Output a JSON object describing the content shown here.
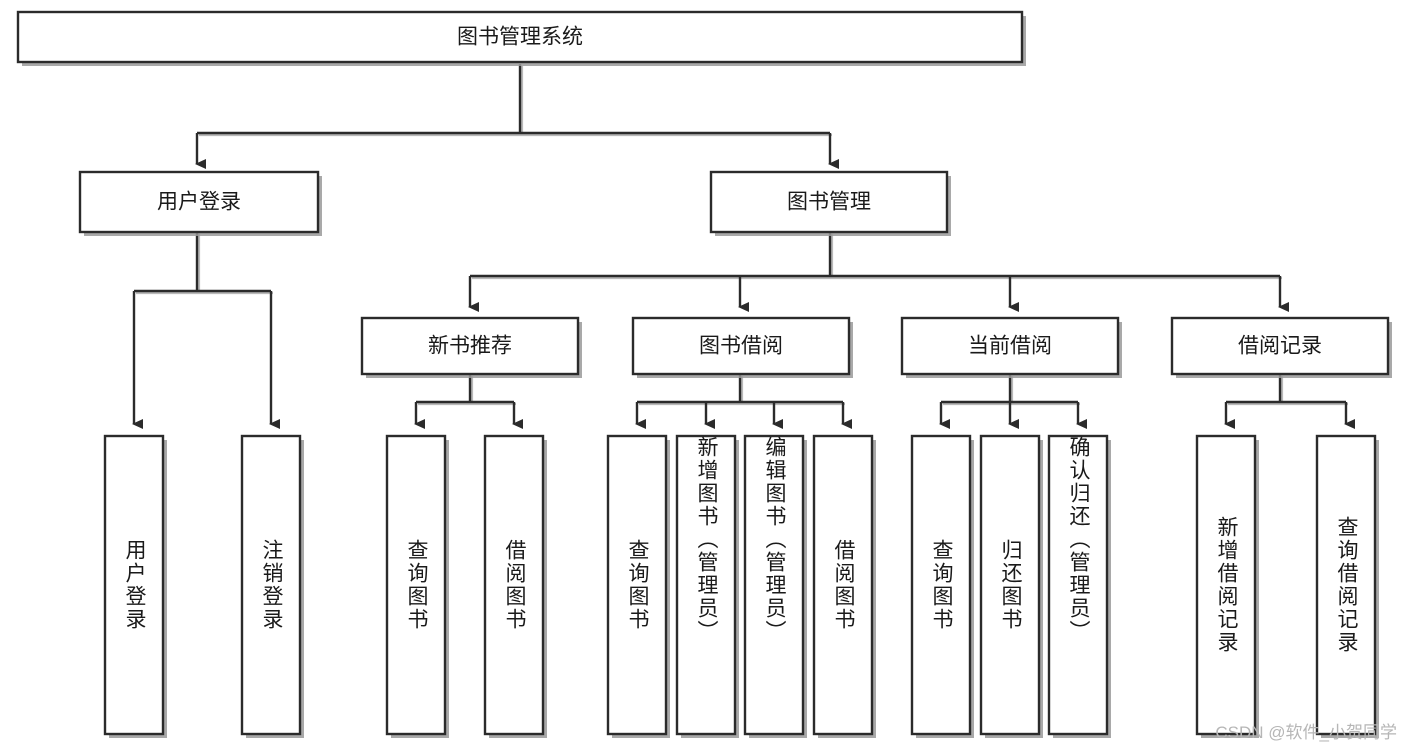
{
  "diagram": {
    "title": "图书管理系统",
    "type": "tree",
    "watermark": "CSDN @软件_小贺同学",
    "colors": {
      "box_fill": "#ffffff",
      "box_stroke": "#2b2b2b",
      "text": "#1a1a1a",
      "shadow": "#9a9a9a",
      "watermark": "#b6b6b6"
    },
    "levels": {
      "root": {
        "label": "图书管理系统"
      },
      "level2": [
        {
          "label": "用户登录"
        },
        {
          "label": "图书管理"
        }
      ],
      "level3": [
        {
          "label": "新书推荐"
        },
        {
          "label": "图书借阅"
        },
        {
          "label": "当前借阅"
        },
        {
          "label": "借阅记录"
        }
      ]
    },
    "leaves": {
      "user_login": [
        {
          "label": "用户登录"
        },
        {
          "label": "注销登录"
        }
      ],
      "new_book_recommend": [
        {
          "label": "查询图书"
        },
        {
          "label": "借阅图书"
        }
      ],
      "book_borrow": [
        {
          "label": "查询图书"
        },
        {
          "label": "新增图书（管理员）"
        },
        {
          "label": "编辑图书（管理员）"
        },
        {
          "label": "借阅图书"
        }
      ],
      "current_borrow": [
        {
          "label": "查询图书"
        },
        {
          "label": "归还图书"
        },
        {
          "label": "确认归还（管理员）"
        }
      ],
      "borrow_records": [
        {
          "label": "新增借阅记录"
        },
        {
          "label": "查询借阅记录"
        }
      ]
    }
  }
}
